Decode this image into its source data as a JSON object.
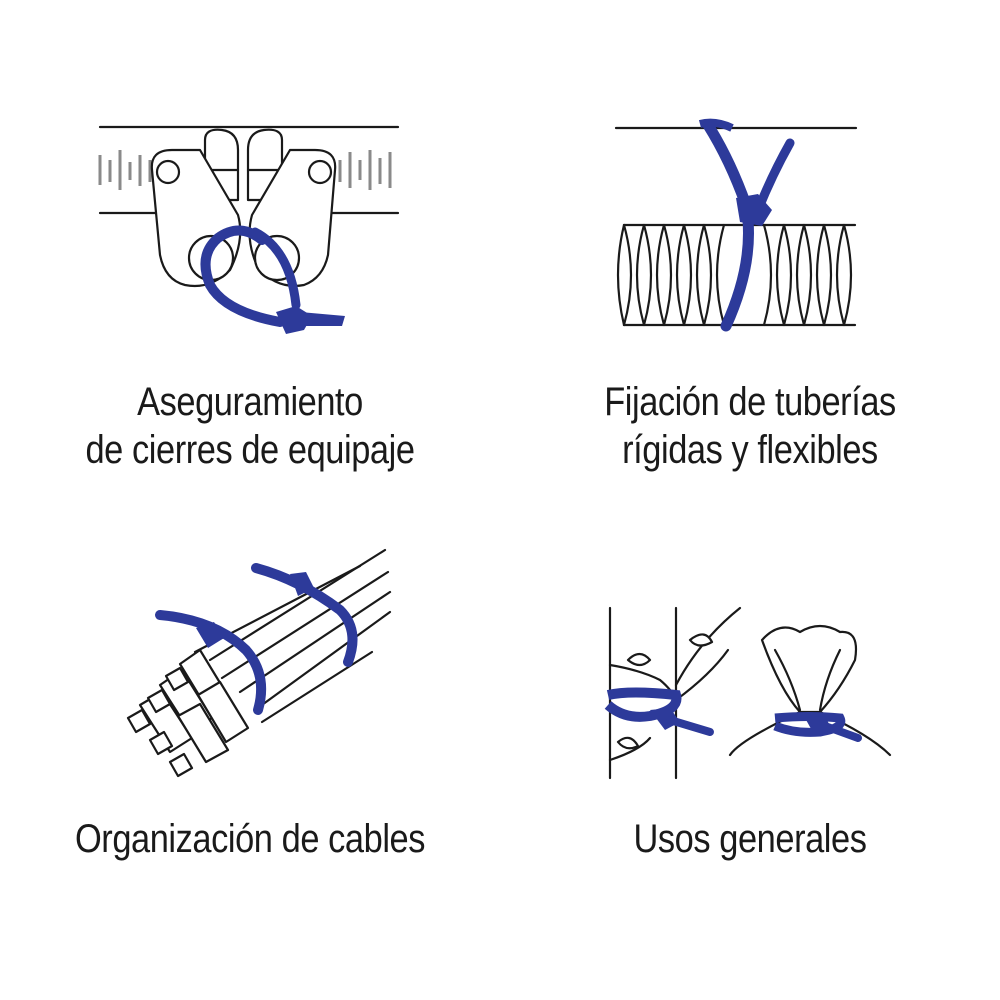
{
  "colors": {
    "tie": "#2d3a9a",
    "ink": "#1a1a1a",
    "background": "#ffffff"
  },
  "panels": [
    {
      "icon": "luggage-zipper-tie-icon",
      "caption_lines": [
        "Aseguramiento",
        "de cierres de equipaje"
      ]
    },
    {
      "icon": "pipe-tie-icon",
      "caption_lines": [
        "Fijación de tuberías",
        "rígidas y flexibles"
      ]
    },
    {
      "icon": "cable-bundle-tie-icon",
      "caption_lines": [
        "Organización de cables"
      ]
    },
    {
      "icon": "plant-and-bag-tie-icon",
      "caption_lines": [
        "Usos generales"
      ]
    }
  ]
}
